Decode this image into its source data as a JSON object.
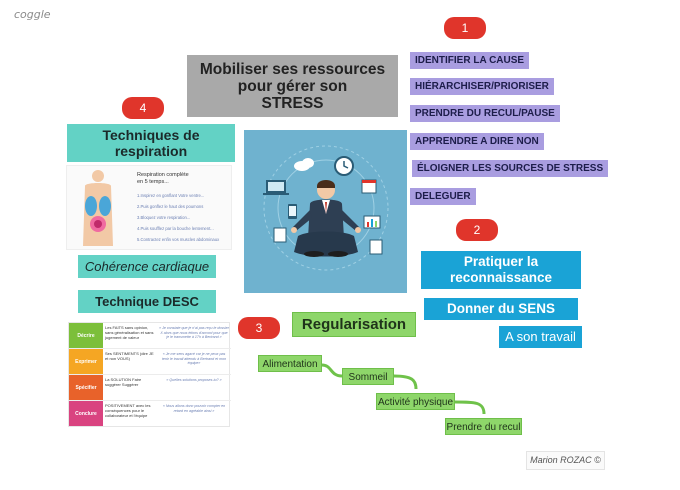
{
  "logo": "coggle",
  "central": {
    "title_line1": "Mobiliser ses ressources",
    "title_line2": "pour gérer son",
    "title_line3": "STRESS"
  },
  "badges": {
    "b1": "1",
    "b2": "2",
    "b3": "3",
    "b4": "4"
  },
  "branch1": {
    "items": [
      "IDENTIFIER LA CAUSE",
      "HIÉRARCHISER/PRIORISER",
      "PRENDRE DU RECUL/PAUSE",
      "APPRENDRE A DIRE NON",
      "ÉLOIGNER LES SOURCES DE STRESS",
      "DELEGUER"
    ]
  },
  "branch2": {
    "node1_line1": "Pratiquer la",
    "node1_line2": "reconnaissance",
    "node2": "Donner du SENS",
    "node3": "A son travail"
  },
  "branch3": {
    "title": "Regularisation",
    "steps": [
      "Alimentation",
      "Sommeil",
      "Activité physique",
      "Prendre du recul"
    ]
  },
  "branch4": {
    "title_line1": "Techniques de",
    "title_line2": "respiration",
    "coherence": "Cohérence cardiaque",
    "desc": "Technique DESC"
  },
  "respiration_card": {
    "heading_line1": "Respiration complète",
    "heading_line2": "en 5 temps...",
    "steps": [
      "1.Inspirez en gonflant Votre ventre...",
      "2.Puis gonflez le haut des poumons",
      "3.Bloquez votre respiration...",
      "4.Puis soufflez par la bouche lentement...",
      "5.Contractez enfin vos muscles abdominaux"
    ]
  },
  "desc_table": {
    "rows": [
      {
        "key": "Décrire",
        "mid": "Les FAITS sans opinion, sans généralisation et sans jugement de valeur",
        "right": "« Je constate que je n'ai pas reçu le dossier X alors que nous étions d'accord pour que je le transmette à 17h à Bertrand »",
        "color": "#7cbf3a"
      },
      {
        "key": "Exprimer",
        "mid": "Ses SENTIMENTS (dire JE et non VOUS)",
        "right": "« Je me sens agacé car je ne peux pas tenir le travail attendu à Bertrand et mon équipe»",
        "color": "#f5a623"
      },
      {
        "key": "Spécifier",
        "mid": "La SOLUTION Faire suggérer Suggérer",
        "right": "« Quelles solutions proposes-tu? »",
        "color": "#e8622a"
      },
      {
        "key": "Conclure",
        "mid": "POSITIVEMENT avec les conséquences pour le collaborateur et l'équipe",
        "right": "« Nous allons donc pouvoir compter en retard en agréable ainsi »",
        "color": "#d94380"
      }
    ]
  },
  "author": "Marion ROZAC ©",
  "colors": {
    "central": "#a9a9a9",
    "badge": "#e0352b",
    "purple": "#a99de0",
    "teal": "#63d2c5",
    "blue": "#1aa3d6",
    "green": "#8ed66a",
    "connector": "#6fc24a",
    "hero_bg": "#6fb2cf"
  },
  "icons": [
    "meditating-man-icon",
    "clock-icon",
    "calendar-icon",
    "laptop-icon",
    "phone-icon",
    "chart-icon",
    "cloud-icon",
    "documents-icon"
  ]
}
